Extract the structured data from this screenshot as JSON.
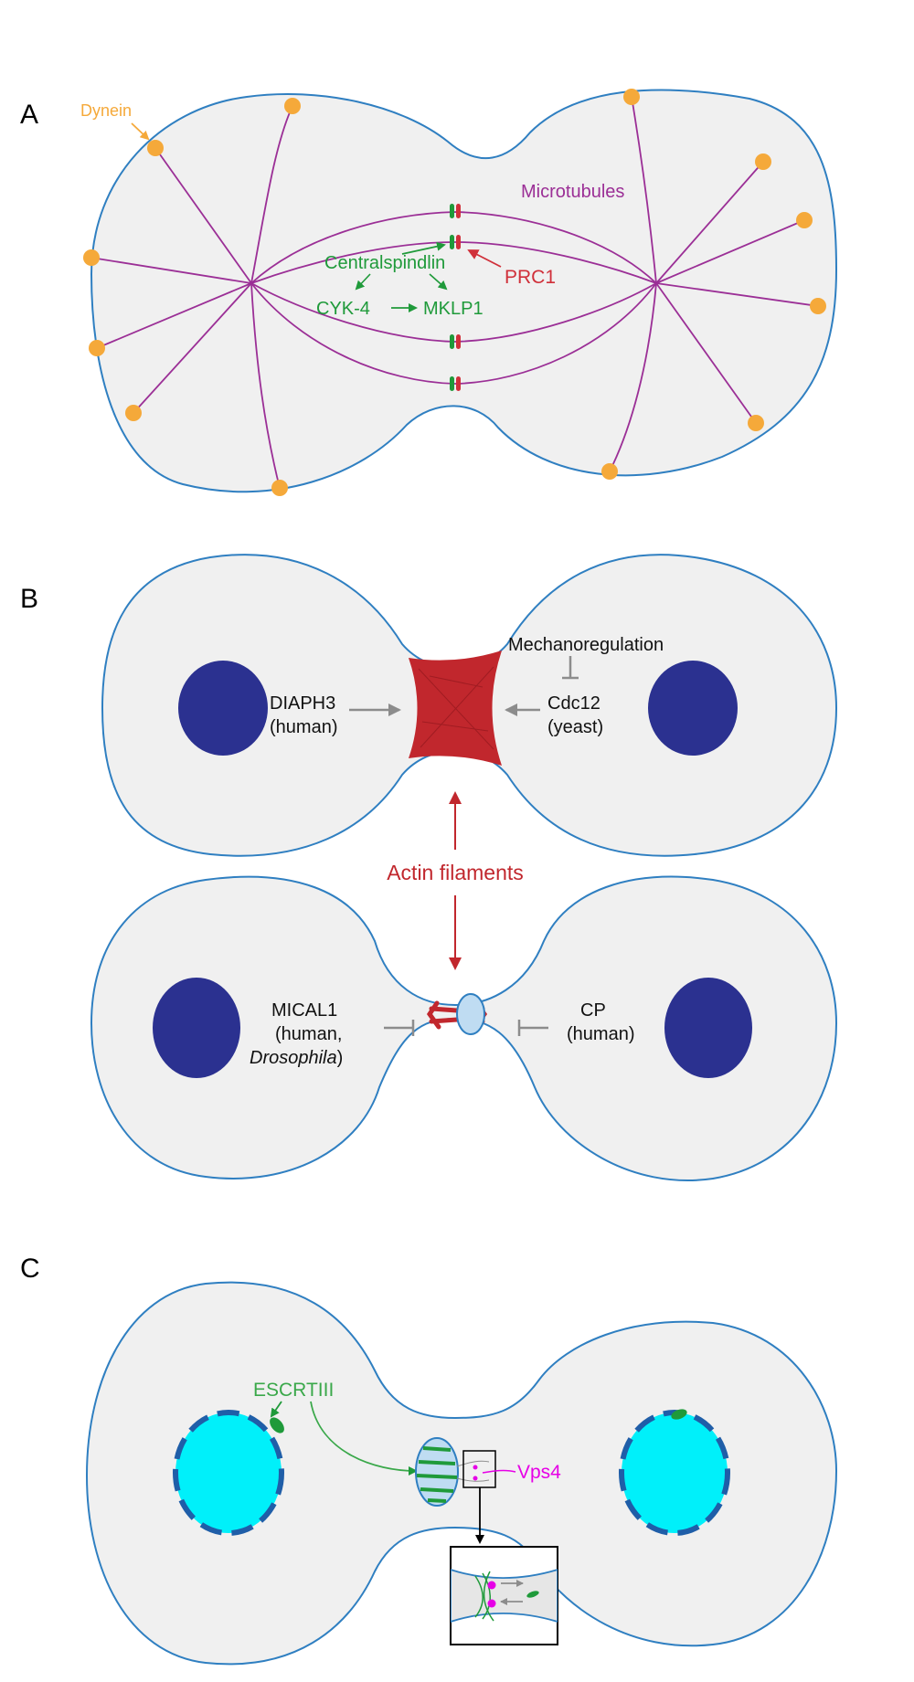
{
  "panels": {
    "a": {
      "letter": "A",
      "dynein": "Dynein",
      "microtubules": "Microtubules",
      "centralspindlin": "Centralspindlin",
      "prc1": "PRC1",
      "cyk4": "CYK-4",
      "mklp1": "MKLP1"
    },
    "b": {
      "letter": "B",
      "mechanoregulation": "Mechanoregulation",
      "diaph3": "DIAPH3",
      "diaph3_species": "(human)",
      "cdc12": "Cdc12",
      "cdc12_species": "(yeast)",
      "actin": "Actin filaments",
      "mical1": "MICAL1",
      "mical1_species_1": "(human,",
      "mical1_species_2": "Drosophila",
      "mical1_species_close": ")",
      "cp": "CP",
      "cp_species": "(human)"
    },
    "c": {
      "letter": "C",
      "escrt": "ESCRTIII",
      "vps4": "Vps4"
    }
  },
  "colors": {
    "membrane": "#2f7fc1",
    "cytoplasm": "#f0f0f0",
    "dynein": "#f5a93a",
    "microtubule": "#9b2f96",
    "green": "#1f9a3a",
    "red": "#d0303a",
    "actin": "#c1272d",
    "nucleus": "#2b3190",
    "nucleus_c": "#00f0fa",
    "magenta": "#e600e6",
    "gray": "#8c8c8c"
  }
}
